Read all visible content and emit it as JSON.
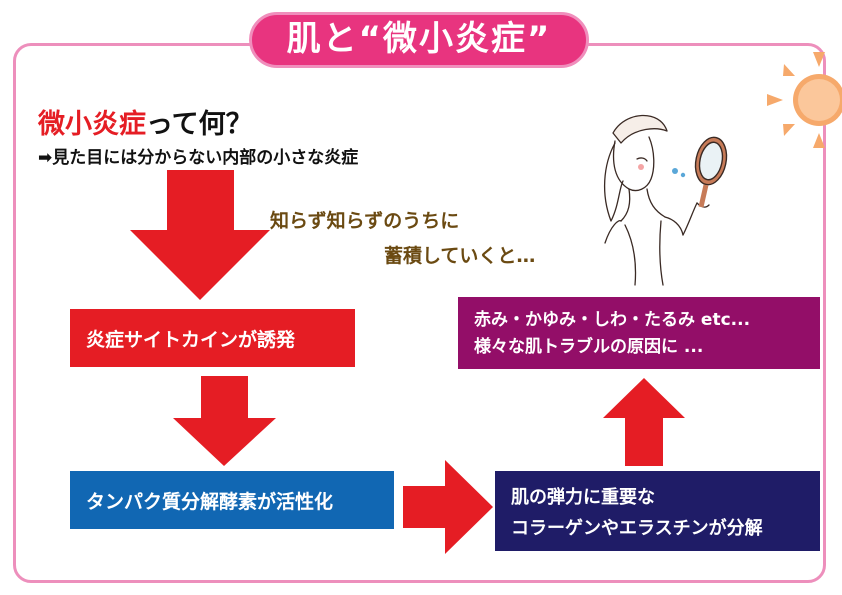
{
  "title": "肌と“微小炎症”",
  "heading": {
    "highlight": "微小炎症",
    "rest": "って何？"
  },
  "subheading": "➡見た目には分からない内部の小さな炎症",
  "note": {
    "line1": "知らず知らずのうちに",
    "line2": "蓄積していくと…"
  },
  "steps": {
    "step1": "炎症サイトカインが誘発",
    "step2": "タンパク質分解酵素が活性化",
    "step3": {
      "line1": "肌の弾力に重要な",
      "line2": "コラーゲンやエラスチンが分解"
    },
    "step4": {
      "line1": "赤み・かゆみ・しわ・たるみ etc...",
      "line2": "様々な肌トラブルの原因に ..."
    }
  },
  "colors": {
    "title_pill": "#e8347f",
    "frame_border": "#ed8fbc",
    "arrow_red": "#e51d24",
    "step1": "#e51d24",
    "step2": "#1167b3",
    "step3": "#1f1c67",
    "step4": "#930e68",
    "sun": "#f6a96b"
  },
  "icons": {
    "sun": "sun-icon",
    "woman": "woman-with-mirror-illustration"
  }
}
